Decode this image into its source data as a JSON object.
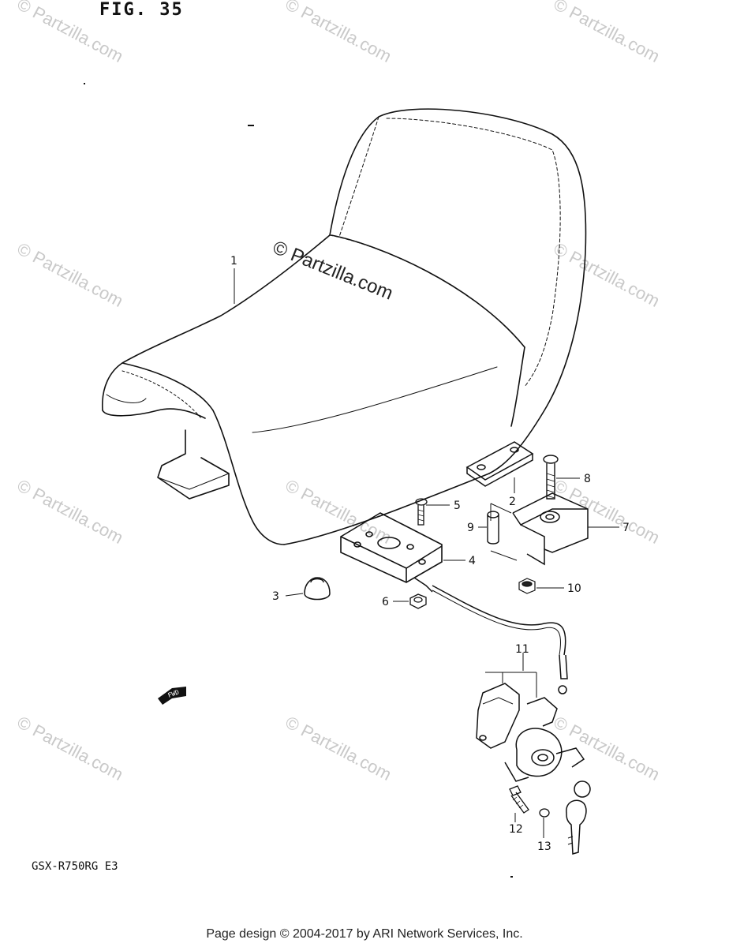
{
  "figure": {
    "title": "FIG. 35",
    "model_code": "GSX-R750RG  E3",
    "center_watermark": "© Partzilla.com",
    "watermark_text": "© Partzilla.com",
    "fwd_label": "FWD"
  },
  "callouts": [
    {
      "num": "1"
    },
    {
      "num": "2"
    },
    {
      "num": "3"
    },
    {
      "num": "4"
    },
    {
      "num": "5"
    },
    {
      "num": "6"
    },
    {
      "num": "7"
    },
    {
      "num": "8"
    },
    {
      "num": "9"
    },
    {
      "num": "10"
    },
    {
      "num": "11"
    },
    {
      "num": "12"
    },
    {
      "num": "13"
    }
  ],
  "footer": {
    "text": "Page design © 2004-2017 by ARI Network Services, Inc."
  }
}
